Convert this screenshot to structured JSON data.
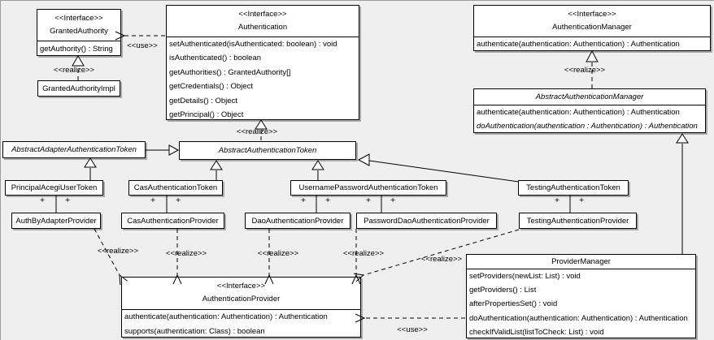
{
  "labels": {
    "use": "<<use>>",
    "realize": "<<realize>>",
    "plus": "+",
    "interface": "<<Interface>>"
  },
  "colors": {
    "background": "#efefef",
    "box_fill": "#ffffff",
    "box_border": "#000000",
    "box_shadow": "#aaaaaa"
  },
  "classes": {
    "granted_authority": {
      "stereotype": "<<Interface>>",
      "name": "GrantedAuthority",
      "methods": [
        "getAuthority() : String"
      ]
    },
    "granted_authority_impl": {
      "name": "GrantedAuthorityImpl"
    },
    "authentication": {
      "stereotype": "<<Interface>>",
      "name": "Authentication",
      "methods": [
        "setAuthenticated(isAuthenticated: boolean) : void",
        "isAuthenticated() : boolean",
        "getAuthorities() : GrantedAuthority[]",
        "getCredentials() : Object",
        "getDetails() : Object",
        "getPrincipal() : Object"
      ]
    },
    "authentication_manager": {
      "stereotype": "<<Interface>>",
      "name": "AuthenticationManager",
      "methods": [
        "authenticate(authentication: Authentication) : Authentication"
      ]
    },
    "abstract_authentication_manager": {
      "name": "AbstractAuthenticationManager",
      "methods": [
        "authenticate(authentication: Authentication) : Authentication",
        "doAuthentication(authentication : Authentication) : Authentication"
      ]
    },
    "abstract_adapter_authentication_token": {
      "name": "AbstractAdapterAuthenticationToken"
    },
    "abstract_authentication_token": {
      "name": "AbstractAuthenticationToken"
    },
    "principal_acegi_user_token": {
      "name": "PrincipalAcegiUserToken"
    },
    "cas_authentication_token": {
      "name": "CasAuthenticationToken"
    },
    "username_password_authentication_token": {
      "name": "UsernamePasswordAuthenticationToken"
    },
    "testing_authentication_token": {
      "name": "TestingAuthenticationToken"
    },
    "auth_by_adapter_provider": {
      "name": "AuthByAdapterProvider"
    },
    "cas_authentication_provider": {
      "name": "CasAuthenticationProvider"
    },
    "dao_authentication_provider": {
      "name": "DaoAuthenticationProvider"
    },
    "password_dao_authentication_provider": {
      "name": "PasswordDaoAuthenticationProvider"
    },
    "testing_authentication_provider": {
      "name": "TestingAuthenticationProvider"
    },
    "authentication_provider": {
      "stereotype": "<<Interface>>",
      "name": "AuthenticationProvider",
      "methods": [
        "authenticate(authentication: Authentication) : Authentication",
        "supports(authentication: Class) : boolean"
      ]
    },
    "provider_manager": {
      "name": "ProviderManager",
      "methods": [
        "setProviders(newList: List) : void",
        "getProviders() : List",
        "afterPropertiesSet() : void",
        "doAuthentication(authentication: Authentication) : Authentication",
        "checkIfValidList(listToCheck: List) : void"
      ]
    }
  }
}
